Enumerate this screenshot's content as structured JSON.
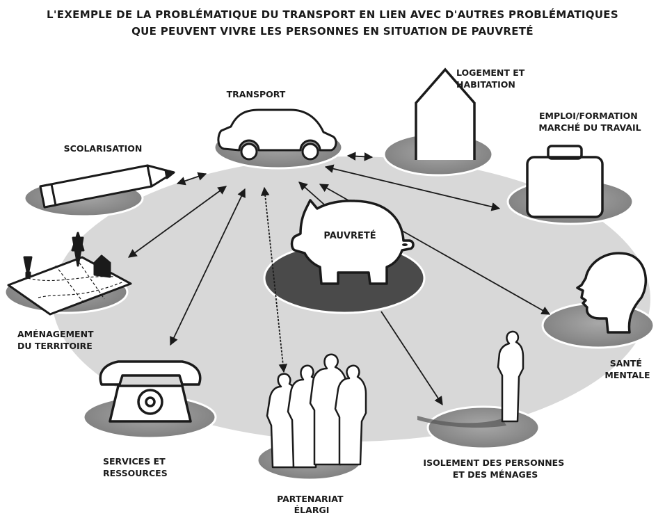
{
  "title": {
    "line1": "L'EXEMPLE DE LA PROBLÉMATIQUE DU TRANSPORT EN LIEN AVEC D'AUTRES PROBLÉMATIQUES",
    "line2": "QUE PEUVENT VIVRE LES PERSONNES EN SITUATION DE PAUVRETÉ"
  },
  "center": {
    "label": "PAUVRETÉ",
    "icon": "piggy-bank-icon"
  },
  "nodes": {
    "transport": {
      "lines": [
        "TRANSPORT"
      ],
      "icon": "car-icon"
    },
    "logement": {
      "lines": [
        "LOGEMENT ET",
        "HABITATION"
      ],
      "icon": "house-icon"
    },
    "emploi": {
      "lines": [
        "EMPLOI/FORMATION",
        "MARCHÉ DU TRAVAIL"
      ],
      "icon": "briefcase-icon"
    },
    "scolarisation": {
      "lines": [
        "SCOLARISATION"
      ],
      "icon": "pencil-icon"
    },
    "amenagement": {
      "lines": [
        "AMÉNAGEMENT",
        "DU TERRITOIRE"
      ],
      "icon": "map-icon"
    },
    "sante": {
      "lines": [
        "SANTÉ",
        "MENTALE"
      ],
      "icon": "head-icon"
    },
    "services": {
      "lines": [
        "SERVICES ET",
        "RESSOURCES"
      ],
      "icon": "telephone-icon"
    },
    "partenariat": {
      "lines": [
        "PARTENARIAT",
        "ÉLARGI"
      ],
      "icon": "people-group-icon"
    },
    "isolement": {
      "lines": [
        "ISOLEMENT DES PERSONNES",
        "ET DES MÉNAGES"
      ],
      "icon": "lone-person-icon"
    }
  },
  "colors": {
    "ground": "#d6d6d6",
    "pad": "#8e8e8e",
    "center_pad": "#4a4a4a",
    "ink": "#1a1a1a"
  }
}
